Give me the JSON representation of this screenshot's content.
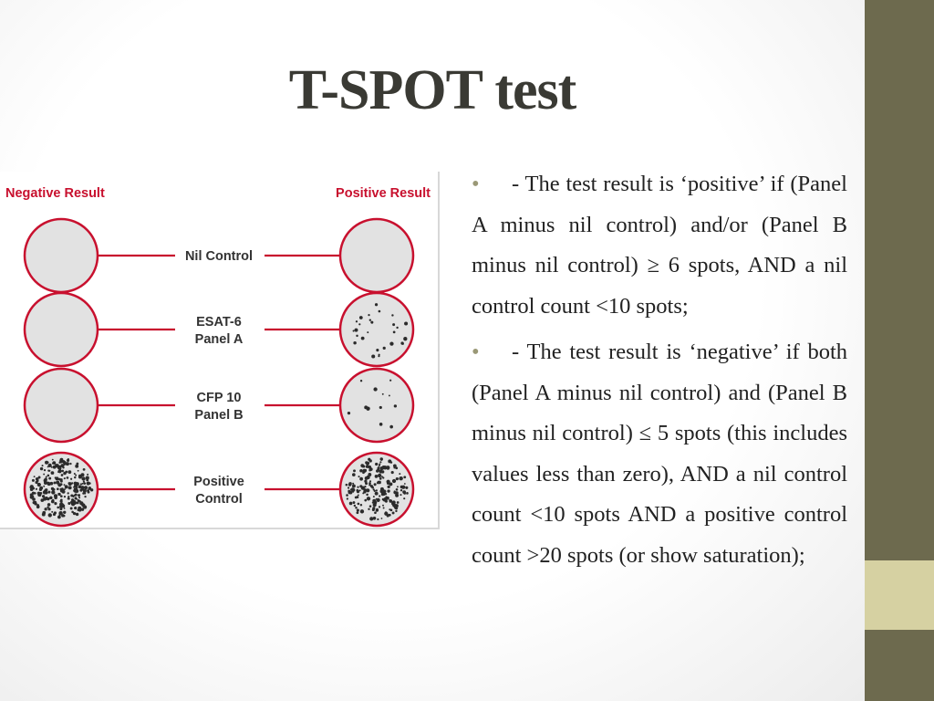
{
  "slide": {
    "title": "T-SPOT test",
    "figure": {
      "header_left": "Negative Result",
      "header_right": "Positive Result",
      "rows": [
        {
          "label_line1": "Nil Control",
          "label_line2": ""
        },
        {
          "label_line1": "ESAT-6",
          "label_line2": "Panel A"
        },
        {
          "label_line1": "CFP 10",
          "label_line2": "Panel B"
        },
        {
          "label_line1": "Positive",
          "label_line2": "Control"
        }
      ],
      "colors": {
        "accent_red": "#c8102e",
        "well_fill": "#e2e2e2",
        "header_red": "#c8102e"
      }
    },
    "bullets": [
      {
        "marker": "•",
        "text": "- The test result is ‘positive’ if (Panel A minus nil control) and/or (Panel B minus nil control) ≥ 6 spots, AND a nil control count <10 spots;"
      },
      {
        "marker": "•",
        "text": "- The test result is ‘negative’ if both (Panel A minus nil control) and (Panel B minus nil control) ≤ 5 spots (this includes values less than zero), AND a nil control count <10 spots AND a positive control count >20 spots (or show saturation);"
      }
    ]
  },
  "theme": {
    "sidebar_dark": "#6d6a4e",
    "sidebar_light": "#d6d1a2"
  }
}
